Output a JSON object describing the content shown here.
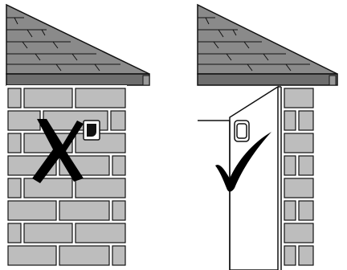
{
  "colors": {
    "roof_fill": "#8a8a8a",
    "roof_shingle_line": "#1a1a1a",
    "gutter_fill": "#6e6e6e",
    "brick_fill": "#bdbdbd",
    "brick_outline": "#111111",
    "mark_fill": "#000000",
    "panel_fill": "#ffffff"
  },
  "panels": [
    {
      "id": "incorrect",
      "mark_icon": "x-cross-icon",
      "meaning": "incorrect-placement",
      "detector_icon": "wall-detector-icon"
    },
    {
      "id": "correct",
      "mark_icon": "checkmark-icon",
      "meaning": "correct-placement",
      "detector_icon": "wall-detector-icon"
    }
  ]
}
